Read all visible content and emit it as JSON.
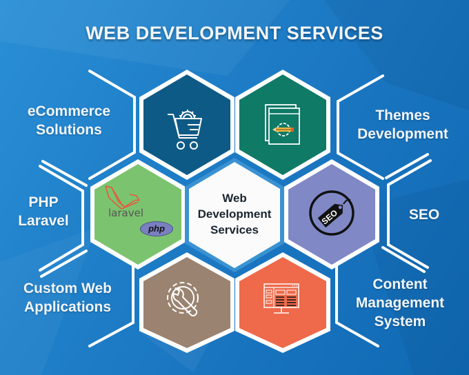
{
  "title": "WEB DEVELOPMENT SERVICES",
  "center": {
    "lines": [
      "Web",
      "Development",
      "Services"
    ]
  },
  "services": [
    {
      "id": "ecommerce",
      "label_lines": [
        "eCommerce",
        "Solutions"
      ],
      "icon": "shopping-cart-gear-icon",
      "color": "#0e5a86"
    },
    {
      "id": "themes",
      "label_lines": [
        "Themes",
        "Development"
      ],
      "icon": "theme-pages-pencil-icon",
      "color": "#0f7a66"
    },
    {
      "id": "laravel",
      "label_lines": [
        "PHP",
        "Laravel"
      ],
      "icon": "laravel-php-logo",
      "color": "#7cc36f"
    },
    {
      "id": "seo",
      "label_lines": [
        "SEO"
      ],
      "icon": "seo-tag-icon",
      "color": "#8088c6"
    },
    {
      "id": "custom",
      "label_lines": [
        "Custom Web",
        "Applications"
      ],
      "icon": "gear-wrench-icon",
      "color": "#9a8370"
    },
    {
      "id": "cms",
      "label_lines": [
        "Content",
        "Management",
        "System"
      ],
      "icon": "monitor-layout-icon",
      "color": "#ee6a4a"
    }
  ],
  "logos": {
    "laravel_text": "laravel",
    "php_text": "php",
    "seo_tag_text": "SEO"
  },
  "colors": {
    "background": "#1f7fc8",
    "hex_border": "#ffffff",
    "center_fill": "#fbfbfb"
  }
}
